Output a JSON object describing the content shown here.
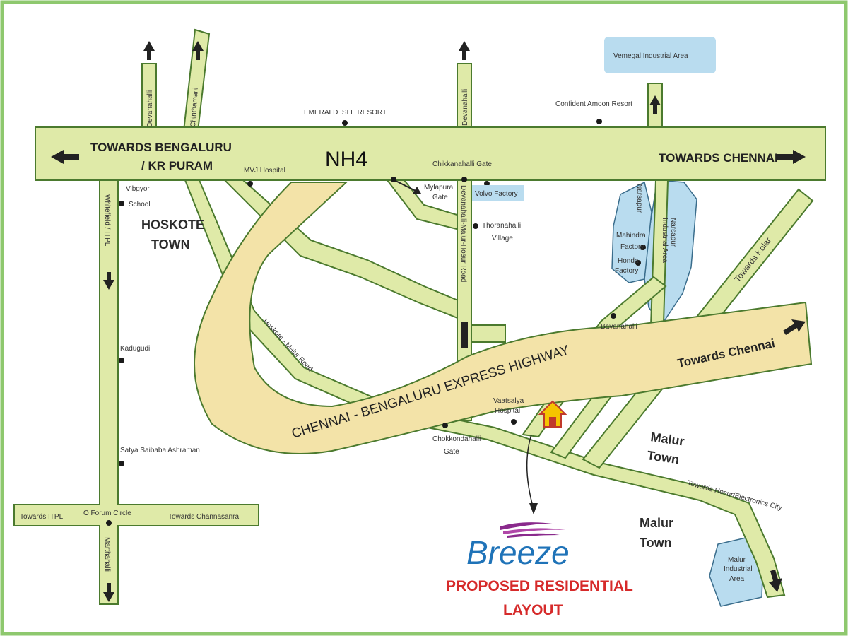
{
  "highway": {
    "name": "NH4",
    "towards_left_line1": "TOWARDS BENGALURU",
    "towards_left_line2": "/ KR PURAM",
    "towards_right": "TOWARDS CHENNAI"
  },
  "expressway": {
    "name": "CHENNAI - BENGALURU EXPRESS HIGHWAY",
    "towards": "Towards Chennai"
  },
  "roads": {
    "devanahalli": "Devanahalli",
    "chinthamani": "Chinthamani",
    "devanahalli_2": "Devanahalli",
    "whitefield": "Whitefield / ITPL",
    "marthahalli": "Marthahalli",
    "hoskote_malur": "Hoskote - Malur Road",
    "devanahalli_malur_hosur": "Devanahalli-Malur-Hosur Road",
    "towards_kolar": "Towards Kolar",
    "towards_hosur": "Towards Hosur/Electronics City",
    "towards_itpl": "Towards ITPL",
    "towards_channasanra": "Towards Channasanra"
  },
  "places": {
    "emerald_isle": "EMERALD ISLE RESORT",
    "confident_amoon": "Confident Amoon Resort",
    "vemegal": "Vemegal Industrial Area",
    "mvj_hospital": "MVJ Hospital",
    "chikkanahalli_gate": "Chikkanahalli Gate",
    "mylapura_gate_1": "Mylapura",
    "mylapura_gate_2": "Gate",
    "volvo": "Volvo Factory",
    "thoranahalli_1": "Thoranahalli",
    "thoranahalli_2": "Village",
    "vibgyor_1": "Vibgyor",
    "vibgyor_2": "School",
    "kadugudi": "Kadugudi",
    "satya_saibaba": "Satya Saibaba Ashraman",
    "forum_circle": "O Forum Circle",
    "narsapur_1": "Narsapur",
    "narsapur_2": "Industrial Area",
    "narsapur_small": "Narsapur",
    "mahindra_1": "Mahindra",
    "mahindra_2": "Factory",
    "honda_1": "Honda",
    "honda_2": "Factory",
    "bavanahalli": "Bavanahalli",
    "vaatsalya_1": "Vaatsalya",
    "vaatsalya_2": "Hospital",
    "chokkondahalli_1": "Chokkondahalli",
    "chokkondahalli_2": "Gate",
    "malur_industrial_1": "Malur",
    "malur_industrial_2": "Industrial",
    "malur_industrial_3": "Area"
  },
  "towns": {
    "hoskote_1": "HOSKOTE",
    "hoskote_2": "TOWN",
    "malur_a_1": "Malur",
    "malur_a_2": "Town",
    "malur_b_1": "Malur",
    "malur_b_2": "Town"
  },
  "project": {
    "brand": "Breeze",
    "line1": "PROPOSED RESIDENTIAL",
    "line2": "LAYOUT"
  },
  "colors": {
    "road_fill": "#dfeaa8",
    "road_stroke": "#4b7a2e",
    "expressway_fill": "#f3e3a8",
    "industrial_fill": "#b9dcef",
    "frame": "#8ec86e",
    "brand_blue": "#1f73b8",
    "brand_purple": "#8a2a8c",
    "project_red": "#d62a2a"
  }
}
